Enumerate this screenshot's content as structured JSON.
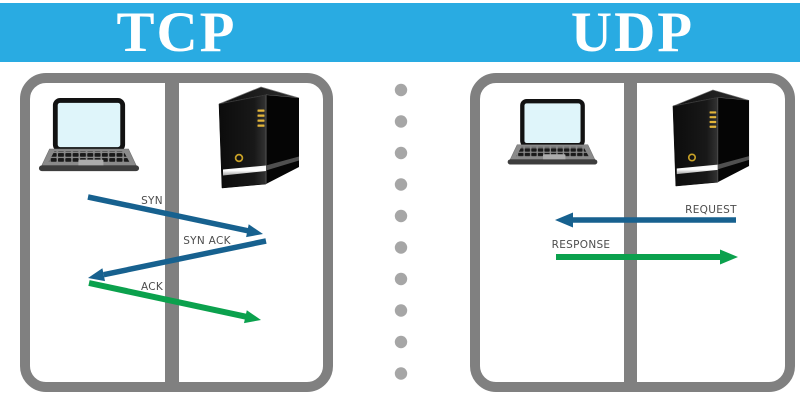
{
  "header": {
    "tcp_title": "TCP",
    "udp_title": "UDP"
  },
  "colors": {
    "header_bg": "#29ABE2",
    "title_text": "#FFFFFF",
    "panel_border": "#808080",
    "divider": "#808080",
    "arrow_blue": "#17618F",
    "arrow_green": "#0BA14D",
    "label_text": "#4D4D4D",
    "dots": "#A6A6A6",
    "laptop_screen": "#DFF5FA",
    "server_accent": "#D9A62E"
  },
  "separator": {
    "dot_count": 10
  },
  "tcp_panel": {
    "client_icon": "laptop-icon",
    "server_icon": "server-icon",
    "messages": [
      {
        "label": "SYN",
        "direction": "to-server",
        "color": "blue"
      },
      {
        "label": "SYN ACK",
        "direction": "to-client",
        "color": "blue"
      },
      {
        "label": "ACK",
        "direction": "to-server",
        "color": "green"
      }
    ]
  },
  "udp_panel": {
    "client_icon": "laptop-icon",
    "server_icon": "server-icon",
    "messages": [
      {
        "label": "REQUEST",
        "direction": "to-client",
        "color": "blue"
      },
      {
        "label": "RESPONSE",
        "direction": "to-server",
        "color": "green"
      }
    ]
  }
}
